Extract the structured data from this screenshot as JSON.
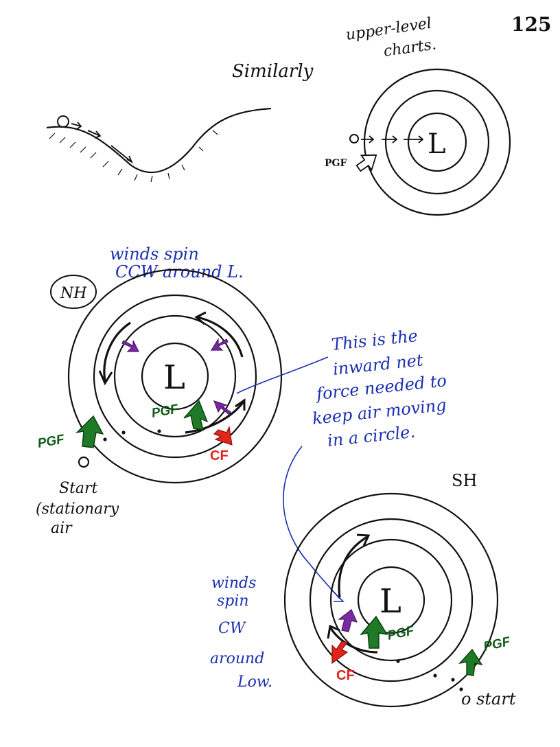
{
  "page_number": "125",
  "header": {
    "upper_level_line1": "upper-level",
    "upper_level_line2": "charts.",
    "similarly": "Similarly"
  },
  "upper_diagram": {
    "pgf_label": "PGF",
    "center_label": "L"
  },
  "nh_diagram": {
    "hemisphere_label": "NH",
    "caption_line1": "winds spin",
    "caption_line2": "CCW around L.",
    "center_label": "L",
    "pgf_outer_label": "PGF",
    "pgf_inner_label": "PGF",
    "cf_label": "CF",
    "start_label_line1": "Start",
    "start_label_line2": "(stationary",
    "start_label_line3": "air"
  },
  "note": {
    "line1": "This is the",
    "line2": "inward net",
    "line3": "force needed to",
    "line4": "keep air moving",
    "line5": "in a circle."
  },
  "sh_diagram": {
    "hemisphere_label": "SH",
    "center_label": "L",
    "pgf_inner_label": "PGF",
    "pgf_outer_label": "PGF",
    "cf_label": "CF",
    "start_label": "o start",
    "caption_line1": "winds",
    "caption_line2": "spin",
    "caption_line3": "CW",
    "caption_line4": "around",
    "caption_line5": "Low."
  },
  "colors": {
    "ink": "#111111",
    "blue_ink": "#1a2fb0",
    "pgf_green": "#1e7a26",
    "cf_red": "#e0261b",
    "net_purple": "#7a2a9e"
  }
}
